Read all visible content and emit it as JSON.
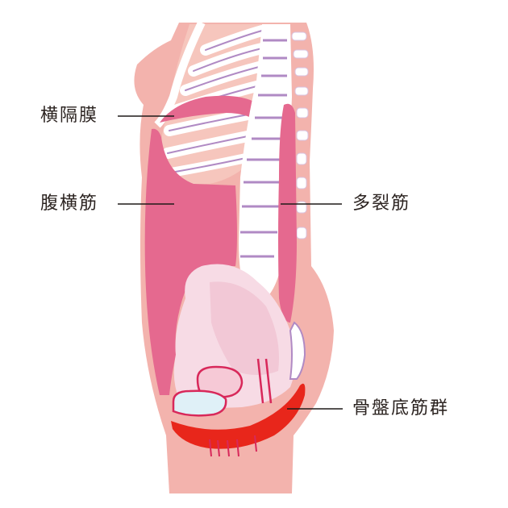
{
  "diagram": {
    "title": "体幹の深層筋（インナーユニット）",
    "labels": {
      "diaphragm": "横隔膜",
      "transversus_abdominis": "腹横筋",
      "multifidus": "多裂筋",
      "pelvic_floor": "骨盤底筋群"
    },
    "colors": {
      "skin": "#f3b3ad",
      "muscle": "#e5698f",
      "bone": "#ffffff",
      "bone_line": "#b08ac4",
      "pelvic_floor": "#e8261b",
      "organ": "#f0c3d2",
      "leader_line": "#1e1a18",
      "text": "#2b2320"
    }
  }
}
